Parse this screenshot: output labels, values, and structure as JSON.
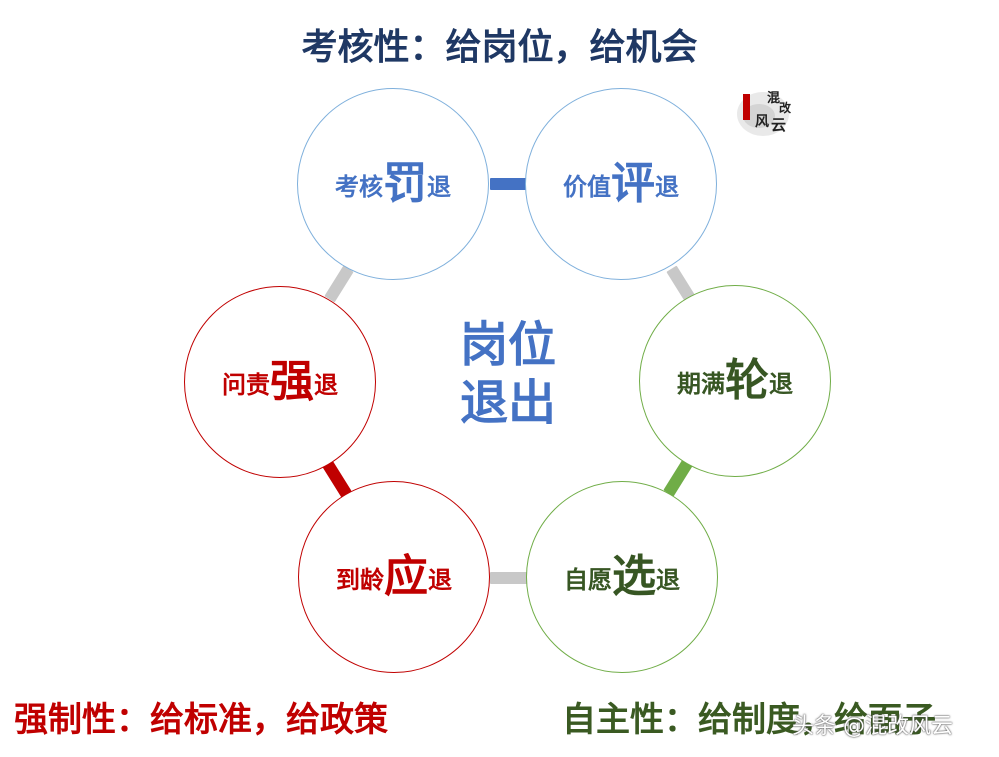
{
  "captions": {
    "top": "考核性：给岗位，给机会",
    "left": "强制性：给标准，给政策",
    "right": "自主性：给制度，给面子"
  },
  "center": {
    "line1": "岗位",
    "line2": "退出"
  },
  "nodes": {
    "kaohe": {
      "pre": "考核",
      "key": "罚",
      "post": "退"
    },
    "jiazhi": {
      "pre": "价值",
      "key": "评",
      "post": "退"
    },
    "qiman": {
      "pre": "期满",
      "key": "轮",
      "post": "退"
    },
    "ziyuan": {
      "pre": "自愿",
      "key": "选",
      "post": "退"
    },
    "daoling": {
      "pre": "到龄",
      "key": "应",
      "post": "退"
    },
    "wenze": {
      "pre": "问责",
      "key": "强",
      "post": "退"
    }
  },
  "logo": {
    "text": "混改风云"
  },
  "watermark": "头条 @混改风云",
  "colors": {
    "blue": "#4472c4",
    "red": "#c00000",
    "green": "#375623",
    "connector_gray": "#c8c8c8"
  }
}
